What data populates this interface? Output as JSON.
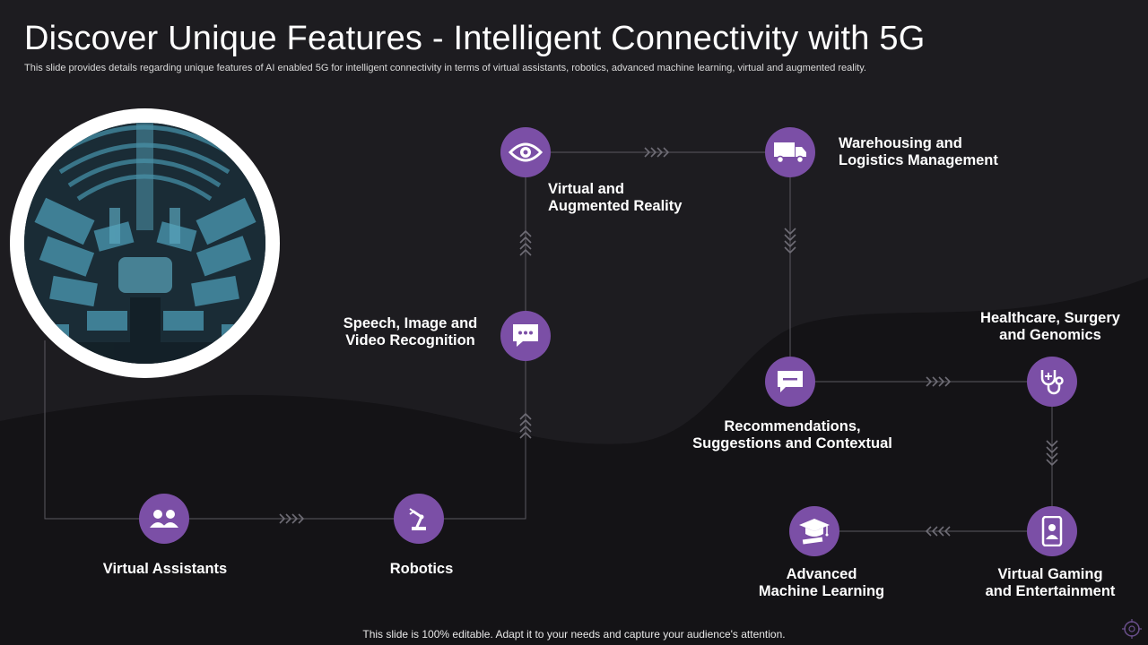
{
  "slide": {
    "title": "Discover Unique Features - Intelligent Connectivity with 5G",
    "subtitle": "This slide provides details regarding unique features of AI  enabled 5G for intelligent connectivity in terms of virtual assistants, robotics, advanced machine learning, virtual and augmented reality.",
    "footer": "This slide is 100% editable. Adapt it to your needs and capture your audience's attention."
  },
  "theme": {
    "background": "#1d1c20",
    "accent": "#7b4fa6",
    "line": "#5a5860",
    "text": "#ffffff"
  },
  "photo": {
    "icon": "aerial-city-image"
  },
  "features": {
    "virtual_assistants": {
      "label": "Virtual Assistants",
      "icon": "people-icon"
    },
    "robotics": {
      "label": "Robotics",
      "icon": "robot-arm-icon"
    },
    "speech": {
      "label": "Speech, Image and\nVideo Recognition",
      "icon": "chat-bubble-icon"
    },
    "vr_ar": {
      "label": "Virtual and\nAugmented Reality",
      "icon": "eye-icon"
    },
    "warehousing": {
      "label": "Warehousing and\nLogistics Management",
      "icon": "truck-icon"
    },
    "recommendations": {
      "label": "Recommendations,\nSuggestions and Contextual",
      "icon": "message-icon"
    },
    "healthcare": {
      "label": "Healthcare, Surgery\nand Genomics",
      "icon": "stethoscope-icon"
    },
    "gaming": {
      "label": "Virtual Gaming\nand Entertainment",
      "icon": "mobile-user-icon"
    },
    "ml": {
      "label": "Advanced\nMachine Learning",
      "icon": "graduation-cap-icon"
    }
  }
}
